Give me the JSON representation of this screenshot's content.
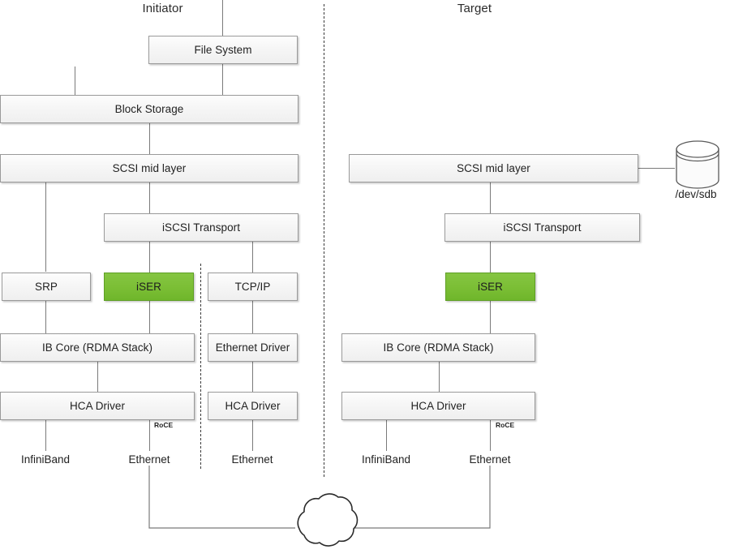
{
  "diagram": {
    "title_initiator": "Initiator",
    "title_target": "Target",
    "accent_green": "#7CBF36",
    "line_color": "#7A7A7A",
    "box_border": "#9A9A9A"
  },
  "initiator": {
    "file_system": "File System",
    "block_storage": "Block Storage",
    "scsi_mid_layer": "SCSI mid layer",
    "iscsi_transport": "iSCSI Transport",
    "srp": "SRP",
    "iser": "iSER",
    "tcp_ip": "TCP/IP",
    "ib_core": "IB Core (RDMA Stack)",
    "ethernet_driver": "Ethernet Driver",
    "hca_driver_rdma": "HCA Driver",
    "hca_driver_eth": "HCA Driver",
    "roce_label": "RoCE",
    "endpoint_infiniband": "InfiniBand",
    "endpoint_ethernet_rdma": "Ethernet",
    "endpoint_ethernet_tcp": "Ethernet"
  },
  "target": {
    "scsi_mid_layer": "SCSI mid layer",
    "iscsi_transport": "iSCSI Transport",
    "iser": "iSER",
    "ib_core": "IB Core (RDMA Stack)",
    "hca_driver": "HCA Driver",
    "roce_label": "RoCE",
    "endpoint_infiniband": "InfiniBand",
    "endpoint_ethernet": "Ethernet",
    "disk_label": "/dev/sdb"
  },
  "icons": {
    "disk": "cylinder-disk-icon",
    "network": "network-cloud-icon"
  }
}
